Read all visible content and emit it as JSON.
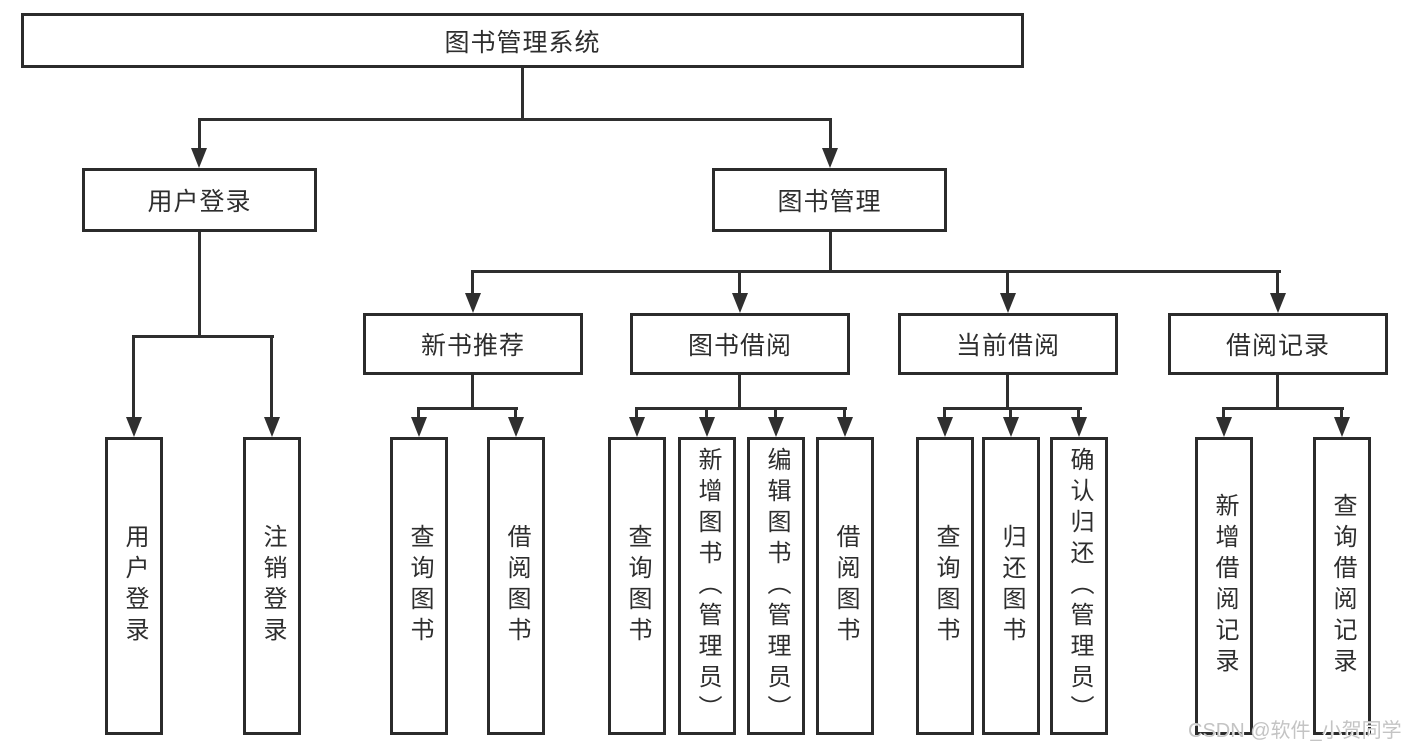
{
  "diagram": {
    "root": {
      "label": "图书管理系统"
    },
    "level2": [
      {
        "label": "用户登录"
      },
      {
        "label": "图书管理"
      }
    ],
    "level3": [
      {
        "label": "新书推荐"
      },
      {
        "label": "图书借阅"
      },
      {
        "label": "当前借阅"
      },
      {
        "label": "借阅记录"
      }
    ],
    "leaves": {
      "login": [
        {
          "label": "用户登录"
        },
        {
          "label": "注销登录"
        }
      ],
      "recommend": [
        {
          "label": "查询图书"
        },
        {
          "label": "借阅图书"
        }
      ],
      "borrow": [
        {
          "label": "查询图书"
        },
        {
          "label": "新增图书（管理员）"
        },
        {
          "label": "编辑图书（管理员）"
        },
        {
          "label": "借阅图书"
        }
      ],
      "current": [
        {
          "label": "查询图书"
        },
        {
          "label": "归还图书"
        },
        {
          "label": "确认归还（管理员）"
        }
      ],
      "records": [
        {
          "label": "新增借阅记录"
        },
        {
          "label": "查询借阅记录"
        }
      ]
    },
    "watermark": "CSDN @软件_小贺同学",
    "colors": {
      "line": "#2f2f2f",
      "box_border": "#2b2b2b",
      "box_background": "#ffffff",
      "text": "#2e2e2e",
      "watermark": "#c4c4c4",
      "page_background": "#ffffff"
    }
  }
}
